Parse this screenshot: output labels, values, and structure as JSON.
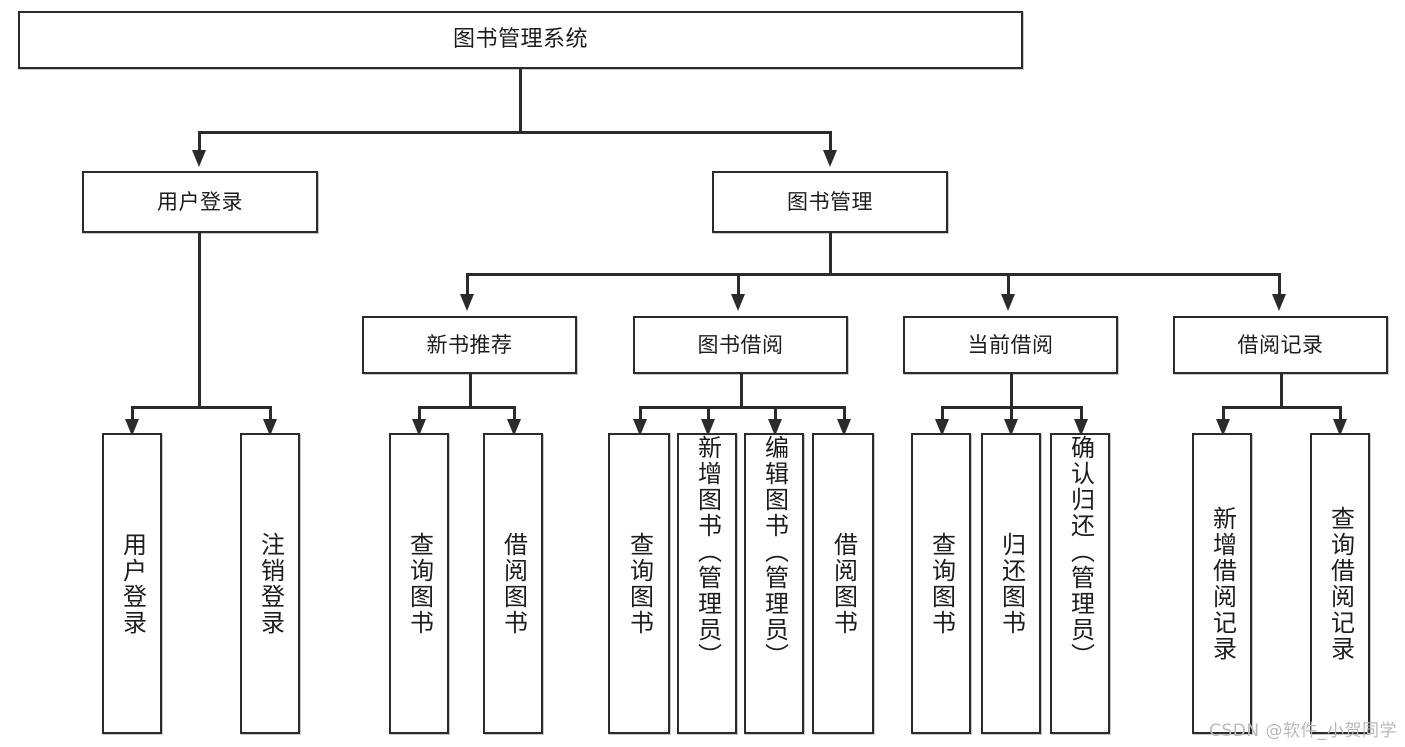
{
  "diagram": {
    "title": "图书管理系统",
    "type": "tree",
    "watermark": "CSDN @软件_小贺同学",
    "nodes": {
      "root": {
        "label": "图书管理系统"
      },
      "level1": [
        {
          "id": "user-login",
          "label": "用户登录"
        },
        {
          "id": "book-manage",
          "label": "图书管理"
        }
      ],
      "level2": [
        {
          "id": "new-book-rec",
          "label": "新书推荐"
        },
        {
          "id": "book-borrow",
          "label": "图书借阅"
        },
        {
          "id": "current-borrow",
          "label": "当前借阅"
        },
        {
          "id": "borrow-record",
          "label": "借阅记录"
        }
      ],
      "leaves": {
        "user_login": [
          {
            "id": "leaf-user-login",
            "label": "用户登录"
          },
          {
            "id": "leaf-logout",
            "label": "注销登录"
          }
        ],
        "new_book_rec": [
          {
            "id": "leaf-query-book-1",
            "label": "查询图书"
          },
          {
            "id": "leaf-borrow-book-1",
            "label": "借阅图书"
          }
        ],
        "book_borrow": [
          {
            "id": "leaf-query-book-2",
            "label": "查询图书"
          },
          {
            "id": "leaf-add-book",
            "label": "新增图书（管理员）"
          },
          {
            "id": "leaf-edit-book",
            "label": "编辑图书（管理员）"
          },
          {
            "id": "leaf-borrow-book-2",
            "label": "借阅图书"
          }
        ],
        "current_borrow": [
          {
            "id": "leaf-query-book-3",
            "label": "查询图书"
          },
          {
            "id": "leaf-return-book",
            "label": "归还图书"
          },
          {
            "id": "leaf-confirm-return",
            "label": "确认归还（管理员）"
          }
        ],
        "borrow_record": [
          {
            "id": "leaf-add-record",
            "label": "新增借阅记录"
          },
          {
            "id": "leaf-query-record",
            "label": "查询借阅记录"
          }
        ]
      }
    },
    "colors": {
      "stroke": "#2b2b2b",
      "fill": "#ffffff",
      "text": "#1d1d1d",
      "watermark": "#b9b9b9"
    }
  }
}
